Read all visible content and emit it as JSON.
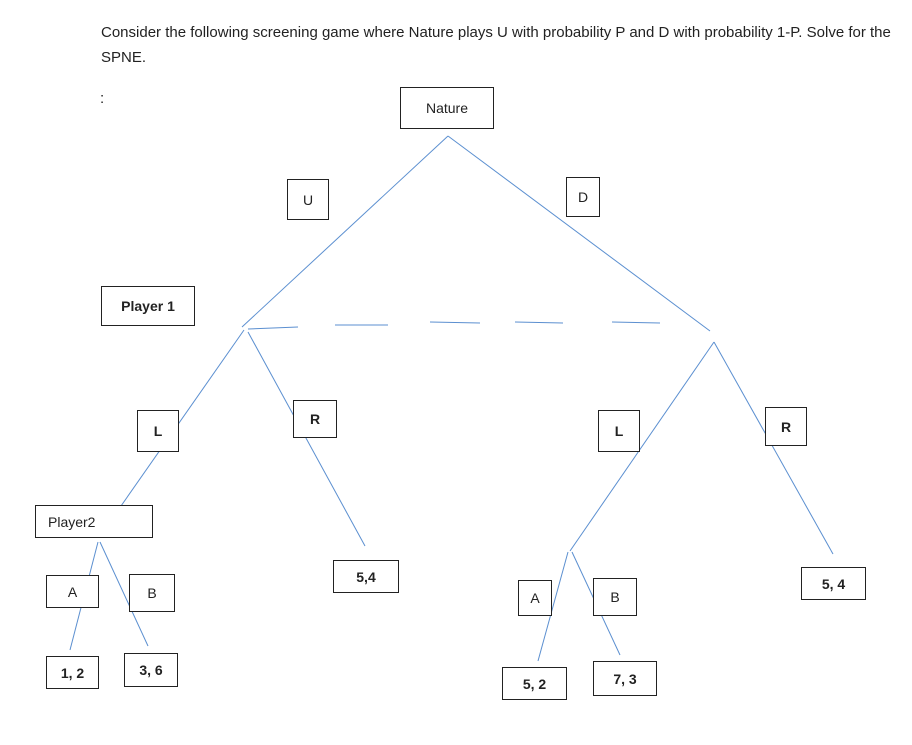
{
  "question": "Consider the following screening game where Nature plays U with probability P and D with probability 1-P. Solve for the SPNE.",
  "stray_mark": ":",
  "nodes": {
    "nature": "Nature",
    "player1": "Player 1",
    "player2": "Player2"
  },
  "actions": {
    "u": "U",
    "d": "D",
    "l_up": "L",
    "r_up": "R",
    "l_down": "L",
    "r_down": "R",
    "a_left": "A",
    "b_left": "B",
    "a_right": "A",
    "b_right": "B"
  },
  "payoffs": {
    "ul_a": "1, 2",
    "ul_b": "3, 6",
    "ur": "5,4",
    "dl_a": "5, 2",
    "dl_b": "7, 3",
    "dr": "5, 4"
  },
  "colors": {
    "edge": "#5b8fd0",
    "box_border": "#222222"
  }
}
